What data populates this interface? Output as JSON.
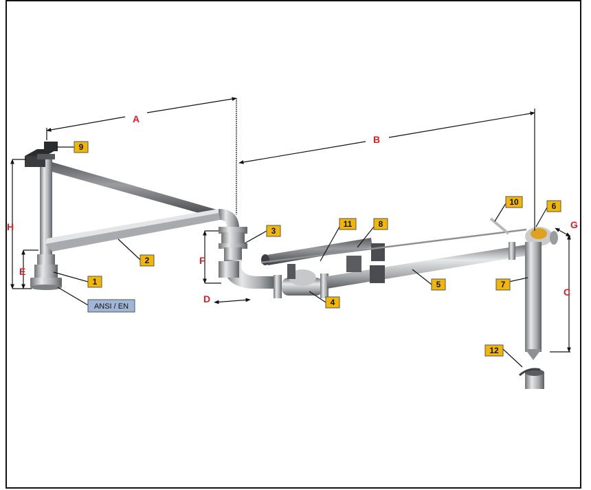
{
  "colors": {
    "tag_fill": "#f2b705",
    "tag_border": "#555555",
    "dimension_text": "#e01b24",
    "ansi_fill": "#9fb6d6",
    "pipe": "#a9abae"
  },
  "dimensions": {
    "a": "A",
    "b": "B",
    "c": "C",
    "d": "D",
    "e": "E",
    "f": "F",
    "g": "G",
    "h": "H"
  },
  "parts": {
    "p1": "1",
    "p2": "2",
    "p3": "3",
    "p4": "4",
    "p5": "5",
    "p6": "6",
    "p7": "7",
    "p8": "8",
    "p9": "9",
    "p10": "10",
    "p11": "11",
    "p12": "12"
  },
  "flange_standard": "ANSI / EN"
}
